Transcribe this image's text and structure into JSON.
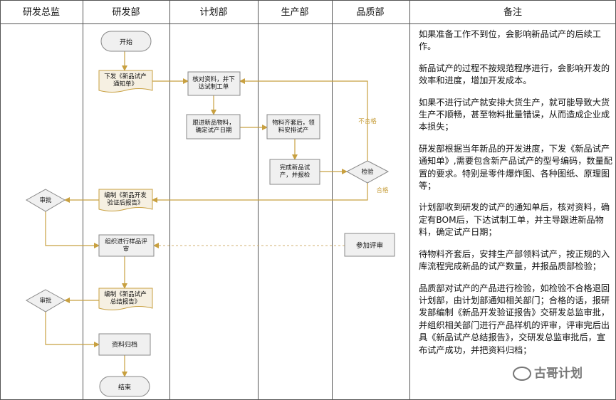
{
  "lanes": [
    "研发总监",
    "研发部",
    "计划部",
    "生产部",
    "品质部",
    "备注"
  ],
  "nodes": {
    "start": "开始",
    "issue_notice": "下发《新品试产\n通知单》",
    "verify_plan": "核对资料，并下\n达试制工单",
    "follow_material": "跟进新品物料，\n确定试产日期",
    "material_ready": "物料齐套后，领\n料安排试产",
    "complete_trial": "完成新品试\n产，并报检",
    "inspect": "检验",
    "write_verify_report": "编制《新品开发\n验证后报告》",
    "approve1": "审批",
    "sample_review": "组织进行样品评\n审",
    "join_review": "参加评审",
    "write_summary": "编制《新品试产\n总结报告》",
    "approve2": "审批",
    "archive": "资料归档",
    "end": "结束"
  },
  "edge_labels": {
    "fail": "不合格",
    "pass": "合格"
  },
  "notes": [
    "如果准备工作不到位，会影响新品试产的后续工作。",
    "新品试产的过程不按规范程序进行，会影响开发的效率和进度，增加开发成本。",
    "如果不进行试产就安排大货生产，就可能导致大货生产不顺畅，甚至物料批量错误，从而造成企业成本损失；",
    "研发部根据当年新品的开发进度，下发《新品试产通知单》,需要包含新产品试产的型号编码，数量配置的要求。特别是零件爆炸图、各种图纸、原理图等；",
    "计划部收到研发的试产的通知单后，核对资料，确定有BOM后，下达试制工单，并主导跟进新品物料，确定试产日期；",
    "待物料齐套后，安排生产部领料试产，按正规的入库流程完成新品的试产数量，并报品质部检验；",
    "品质部对试产的产品进行检验，如检验不合格退回计划部，由计划部通知相关部门；合格的话，报研发部编制《新品开发验证报告》交研发总监审批，并组织相关部门进行产品样机的评审，评审完后出具《新品试产总结报告》，交研发总监审批后，宣布试产成功，并把资料归档；"
  ],
  "watermark": "古哥计划",
  "colors": {
    "border": "#555555",
    "gold": "#c8a040",
    "grey_fill": "#f0f0f0",
    "note_fill": "#f6f0e2",
    "dashed": "#d0b070"
  }
}
